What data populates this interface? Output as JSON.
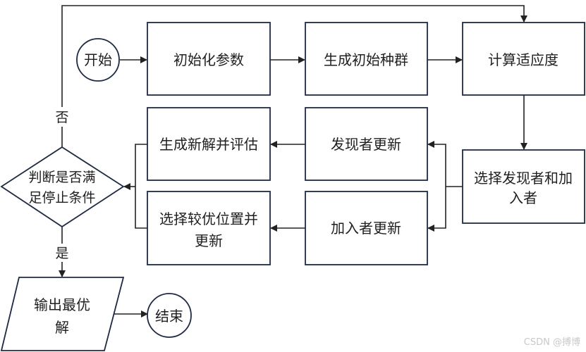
{
  "diagram": {
    "type": "flowchart",
    "colors": {
      "stroke": "#1e2a44",
      "line": "#222222",
      "text": "#1f1f1f",
      "background": "#ffffff",
      "watermark": "#c8c8c8"
    },
    "nodes": {
      "start": {
        "shape": "circle",
        "lines": [
          "开始"
        ]
      },
      "init_params": {
        "shape": "rect",
        "lines": [
          "初始化参数"
        ]
      },
      "init_population": {
        "shape": "rect",
        "lines": [
          "生成初始种群"
        ]
      },
      "fitness": {
        "shape": "rect",
        "lines": [
          "计算适应度"
        ]
      },
      "select_roles": {
        "shape": "rect",
        "lines": [
          "选择发现者和加",
          "入者"
        ]
      },
      "producer_update": {
        "shape": "rect",
        "lines": [
          "发现者更新"
        ]
      },
      "scrounger_update": {
        "shape": "rect",
        "lines": [
          "加入者更新"
        ]
      },
      "new_solution": {
        "shape": "rect",
        "lines": [
          "生成新解并评估"
        ]
      },
      "select_better": {
        "shape": "rect",
        "lines": [
          "选择较优位置并",
          "更新"
        ]
      },
      "stop_check": {
        "shape": "diamond",
        "lines": [
          "判断是否满",
          "足停止条件"
        ]
      },
      "output": {
        "shape": "parallelogram",
        "lines": [
          "输出最优",
          "解"
        ]
      },
      "end": {
        "shape": "circle",
        "lines": [
          "结束"
        ]
      }
    },
    "edges": [
      {
        "from": "start",
        "to": "init_params"
      },
      {
        "from": "init_params",
        "to": "init_population"
      },
      {
        "from": "init_population",
        "to": "fitness"
      },
      {
        "from": "fitness",
        "to": "select_roles"
      },
      {
        "from": "select_roles",
        "to": "producer_update"
      },
      {
        "from": "select_roles",
        "to": "scrounger_update"
      },
      {
        "from": "producer_update",
        "to": "new_solution"
      },
      {
        "from": "scrounger_update",
        "to": "select_better"
      },
      {
        "from": "new_solution",
        "to": "stop_check"
      },
      {
        "from": "select_better",
        "to": "stop_check"
      },
      {
        "from": "stop_check",
        "to": "fitness",
        "label": "否"
      },
      {
        "from": "stop_check",
        "to": "output",
        "label": "是"
      },
      {
        "from": "output",
        "to": "end"
      }
    ],
    "labels": {
      "no": "否",
      "yes": "是"
    }
  },
  "watermark": "CSDN @搏博"
}
